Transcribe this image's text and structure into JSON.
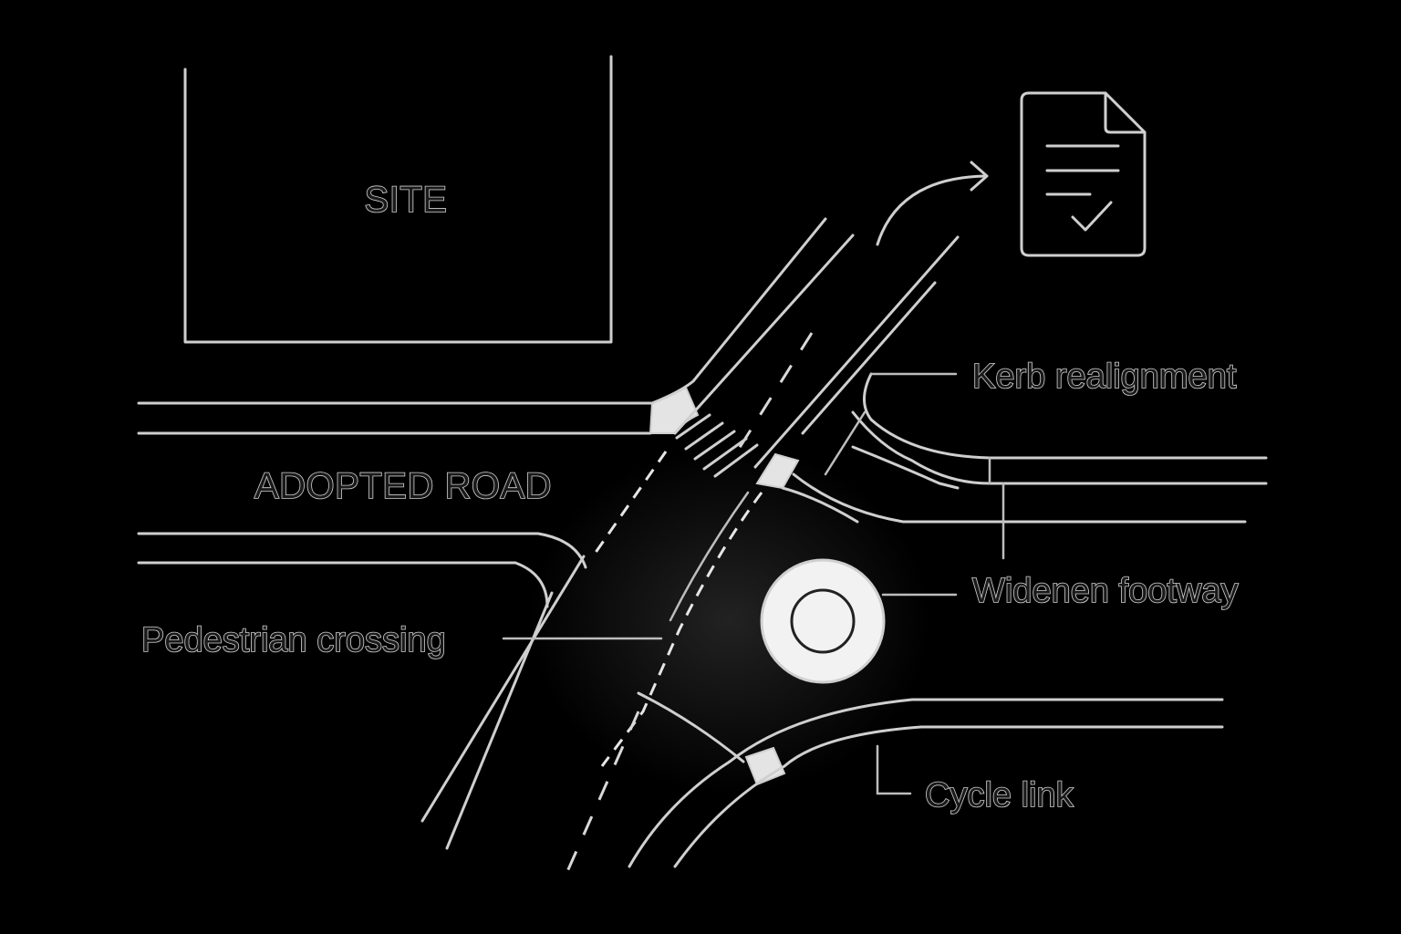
{
  "labels": {
    "site": "SITE",
    "adopted_road": "ADOPTED ROAD",
    "kerb_realignment": "Kerb realignment",
    "widened_footway": "Widenen footway",
    "pedestrian_crossing": "Pedestrian crossing",
    "cycle_link": "Cycle link"
  },
  "icons": {
    "document": "document-check-icon",
    "arrow": "curved-arrow-icon",
    "roundabout": "roundabout-icon"
  },
  "colors": {
    "background": "#000000",
    "line": "#cfcfcf",
    "fill": "#e4e4e4"
  }
}
